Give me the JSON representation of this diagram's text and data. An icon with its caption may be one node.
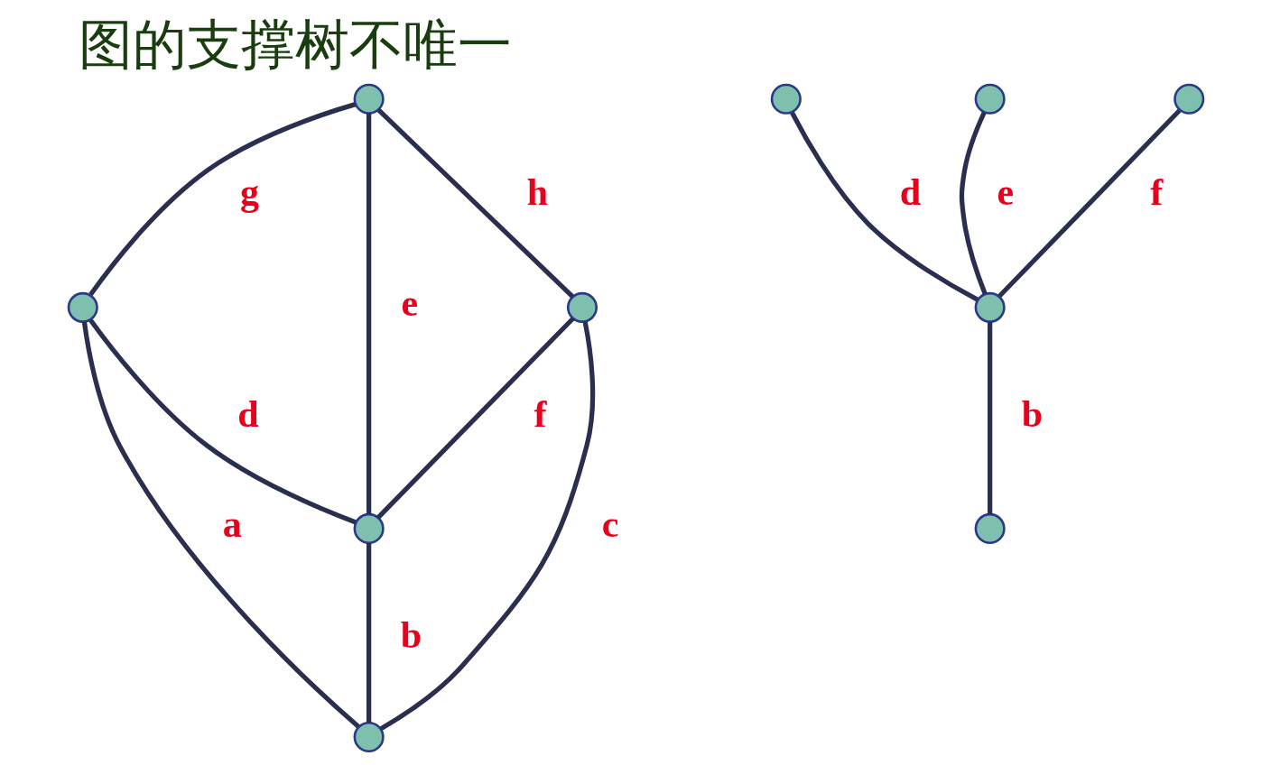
{
  "diagram": {
    "title": "图的支撑树不唯一",
    "nodes": [
      {
        "text": [],
        "shape": "circle"
      },
      {
        "text": [],
        "shape": "circle"
      },
      {
        "text": [],
        "shape": "circle"
      },
      {
        "text": [],
        "shape": "circle"
      },
      {
        "text": [],
        "shape": "circle"
      },
      {
        "text": [],
        "shape": "circle"
      },
      {
        "text": [],
        "shape": "circle"
      },
      {
        "text": [],
        "shape": "circle"
      },
      {
        "text": [],
        "shape": "circle"
      },
      {
        "text": [],
        "shape": "circle"
      }
    ],
    "edges": [
      {
        "from": 0,
        "to": 1,
        "arrow": "none",
        "label": "g"
      },
      {
        "from": 0,
        "to": 2,
        "arrow": "none",
        "label": "h"
      },
      {
        "from": 0,
        "to": 3,
        "arrow": "none",
        "label": "e"
      },
      {
        "from": 1,
        "to": 3,
        "arrow": "none",
        "label": "d"
      },
      {
        "from": 2,
        "to": 3,
        "arrow": "none",
        "label": "f"
      },
      {
        "from": 1,
        "to": 4,
        "arrow": "none",
        "label": "a"
      },
      {
        "from": 3,
        "to": 4,
        "arrow": "none",
        "label": "b"
      },
      {
        "from": 2,
        "to": 4,
        "arrow": "none",
        "label": "c"
      },
      {
        "from": 5,
        "to": 8,
        "arrow": "none",
        "label": "e"
      },
      {
        "from": 6,
        "to": 8,
        "arrow": "none",
        "label": "d"
      },
      {
        "from": 7,
        "to": 8,
        "arrow": "none",
        "label": "f"
      },
      {
        "from": 8,
        "to": 9,
        "arrow": "none",
        "label": "b"
      }
    ]
  }
}
